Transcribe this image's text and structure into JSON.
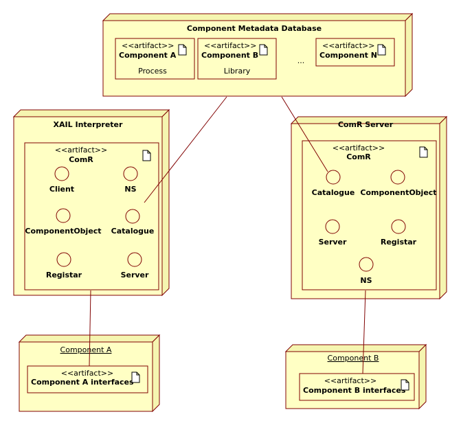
{
  "stereotype": "<<artifact>>",
  "metadata_db": {
    "title": "Component Metadata Database",
    "artifacts": [
      {
        "name": "Component A",
        "note": "Process"
      },
      {
        "name": "Component B",
        "note": "Library"
      },
      {
        "name": "Component N"
      }
    ],
    "ellipsis": "..."
  },
  "xail": {
    "title": "XAIL Interpreter",
    "artifact": "ComR",
    "interfaces": [
      "Client",
      "NS",
      "ComponentObject",
      "Catalogue",
      "Registar",
      "Server"
    ]
  },
  "comr_server": {
    "title": "ComR Server",
    "artifact": "ComR",
    "interfaces": [
      "Catalogue",
      "ComponentObject",
      "Server",
      "Registar",
      "NS"
    ]
  },
  "component_a": {
    "title": "Component A",
    "artifact": "Component A interfaces"
  },
  "component_b": {
    "title": "Component B",
    "artifact": "Component B interfaces"
  }
}
